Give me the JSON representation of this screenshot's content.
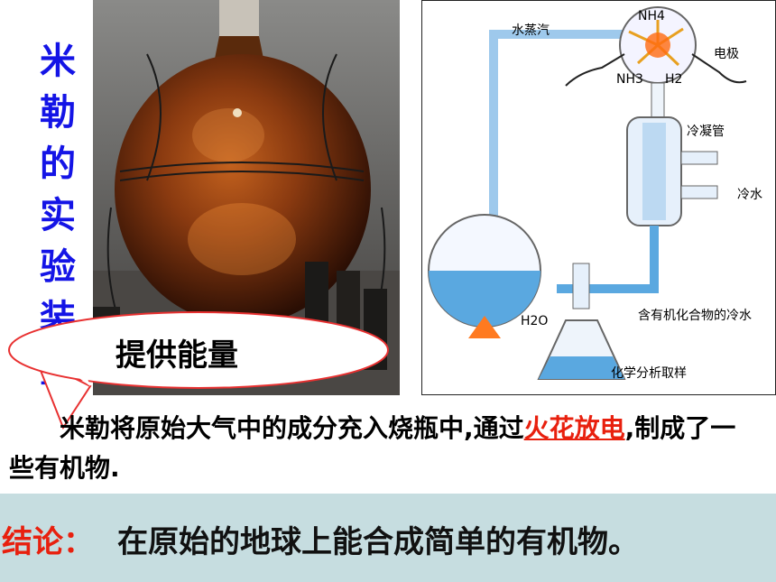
{
  "vertical_title": [
    "米",
    "勒",
    "的",
    "实",
    "验",
    "装",
    "置"
  ],
  "callout": {
    "text": "提供能量"
  },
  "description": {
    "part1": "米勒将原始大气中的成分充入烧瓶中,通过",
    "highlight": "火花放电",
    "part2": ",制成了一些有机物."
  },
  "conclusion": {
    "label": "结论：",
    "text": "在原始的地球上能合成简单的有机物。"
  },
  "diagram": {
    "labels": {
      "steam": "水蒸汽",
      "nh4": "NH4",
      "nh3": "NH3",
      "h2": "H2",
      "electrode": "电极",
      "condenser": "冷凝管",
      "cold_water": "冷水",
      "h2o": "H2O",
      "organic_water": "含有机化合物的冷水",
      "sampling": "化学分析取样"
    }
  },
  "colors": {
    "title": "#1414e6",
    "highlight": "#e8200e",
    "conclusion_bg": "#c6dde0",
    "water": "#5aa8e0"
  }
}
